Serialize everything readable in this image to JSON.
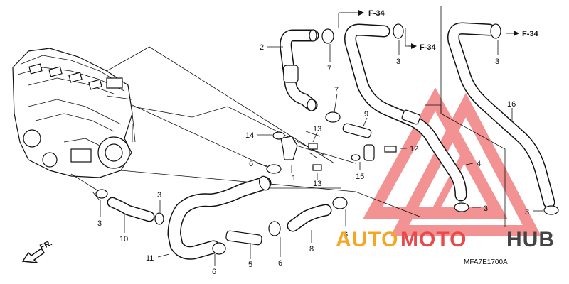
{
  "callouts": {
    "c2": "2",
    "c3a": "3",
    "c3b": "3",
    "c3c": "3",
    "c3d": "3",
    "c3e": "3",
    "c3f": "3",
    "c4": "4",
    "c5": "5",
    "c6a": "6",
    "c6b": "6",
    "c6c": "6",
    "c6d": "6",
    "c7a": "7",
    "c7b": "7",
    "c8": "8",
    "c9": "9",
    "c10": "10",
    "c11": "11",
    "c12": "12",
    "c13a": "13",
    "c13b": "13",
    "c14": "14",
    "c15": "15",
    "c16": "16"
  },
  "refs": {
    "f34a": "F-34",
    "f34b": "F-34",
    "f34c": "F-34"
  },
  "front_label": "FR.",
  "diagram_code": "MFA7E1700A",
  "watermark": {
    "text_auto": "AUTO",
    "text_moto": "MOTO",
    "text_hub": "HUB",
    "color_orange": "#F5A623",
    "color_red": "#E84A4A",
    "color_grey": "#444444"
  }
}
